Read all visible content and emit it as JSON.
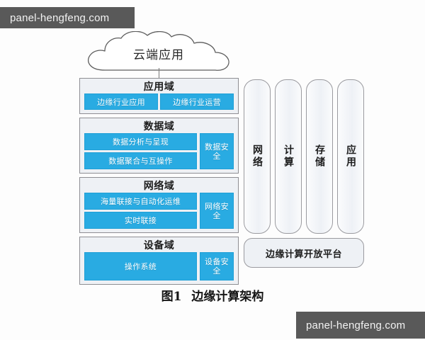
{
  "watermarks": {
    "top": "panel-hengfeng.com",
    "bottom": "panel-hengfeng.com"
  },
  "figure": {
    "caption_number": "图1",
    "caption_title": "边缘计算架构",
    "cloud": {
      "label": "云端应用"
    },
    "domains": [
      {
        "id": "application",
        "title": "应用域",
        "items": [
          "边缘行业应用",
          "边缘行业运营"
        ],
        "security": null
      },
      {
        "id": "data",
        "title": "数据域",
        "items": [
          "数据分析与呈现",
          "数据聚合与互操作"
        ],
        "security": "数据安全"
      },
      {
        "id": "network",
        "title": "网络域",
        "items": [
          "海量联接与自动化运维",
          "实时联接"
        ],
        "security": "网络安全"
      },
      {
        "id": "device",
        "title": "设备域",
        "items": [
          "操作系统"
        ],
        "security": "设备安全"
      }
    ],
    "columns": [
      "网络",
      "计算",
      "存储",
      "应用"
    ],
    "platform": "边缘计算开放平台",
    "colors": {
      "accent_blue": "#29abe2",
      "panel_gray": "#eef1f5",
      "border_gray": "#8e8e93",
      "watermark_bg": "#595959"
    }
  }
}
